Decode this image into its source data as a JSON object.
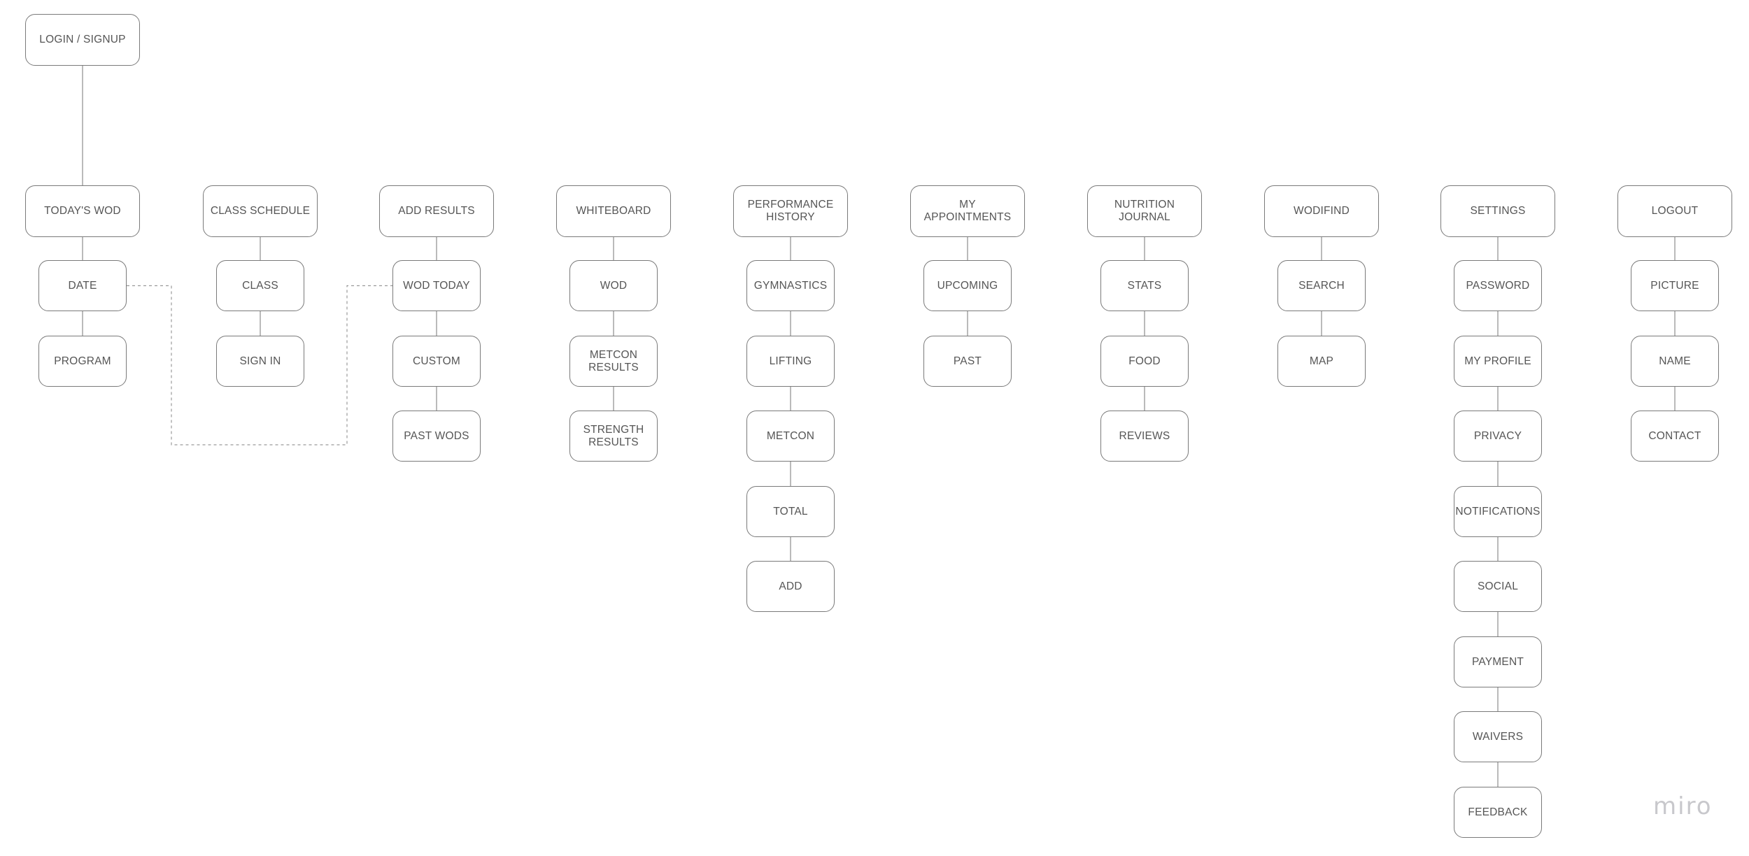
{
  "root": {
    "id": "login",
    "label": "LOGIN / SIGNUP"
  },
  "columns": [
    {
      "id": "todays-wod",
      "label": "TODAY'S WOD",
      "children": [
        "DATE",
        "PROGRAM"
      ]
    },
    {
      "id": "class-schedule",
      "label": "CLASS SCHEDULE",
      "children": [
        "CLASS",
        "SIGN IN"
      ]
    },
    {
      "id": "add-results",
      "label": "ADD RESULTS",
      "children": [
        "WOD TODAY",
        "CUSTOM",
        "PAST WODS"
      ]
    },
    {
      "id": "whiteboard",
      "label": "WHITEBOARD",
      "children": [
        "WOD",
        "METCON\nRESULTS",
        "STRENGTH\nRESULTS"
      ]
    },
    {
      "id": "performance-history",
      "label": "PERFORMANCE\nHISTORY",
      "children": [
        "GYMNASTICS",
        "LIFTING",
        "METCON",
        "TOTAL",
        "ADD"
      ]
    },
    {
      "id": "my-appointments",
      "label": "MY APPOINTMENTS",
      "children": [
        "UPCOMING",
        "PAST"
      ]
    },
    {
      "id": "nutrition-journal",
      "label": "NUTRITION\nJOURNAL",
      "children": [
        "STATS",
        "FOOD",
        "REVIEWS"
      ]
    },
    {
      "id": "wodifind",
      "label": "WODIFIND",
      "children": [
        "SEARCH",
        "MAP"
      ]
    },
    {
      "id": "settings",
      "label": "SETTINGS",
      "children": [
        "PASSWORD",
        "MY PROFILE",
        "PRIVACY",
        "NOTIFICATIONS",
        "SOCIAL",
        "PAYMENT",
        "WAIVERS",
        "FEEDBACK"
      ]
    },
    {
      "id": "logout",
      "label": "LOGOUT",
      "children": [
        "PICTURE",
        "NAME",
        "CONTACT"
      ]
    }
  ],
  "links": [
    {
      "from": "todays-wod.0",
      "to": "add-results.0",
      "style": "dashed"
    }
  ],
  "watermark": "miro",
  "colors": {
    "node_border": "#7a7a7a",
    "node_text": "#555555",
    "connector": "#8c8c8c",
    "watermark": "#c8c8cc"
  }
}
